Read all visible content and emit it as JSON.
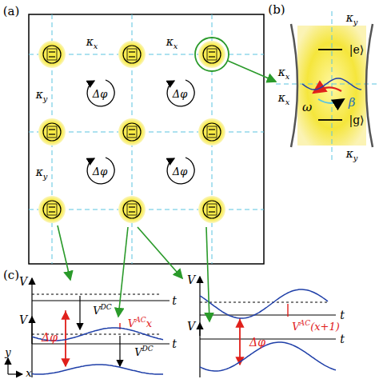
{
  "diagram": {
    "labels": [
      "(a)",
      "(b)",
      "(c)",
      "κx",
      "κx",
      "κy",
      "κy",
      "Δφ",
      "Δφ",
      "Δφ",
      "Δφ",
      "κy",
      "κy",
      "κx",
      "κx",
      "|e⟩",
      "|g⟩",
      "ω",
      "β",
      "V",
      "V",
      "V",
      "V",
      "t",
      "t",
      "t",
      "t",
      "VDC",
      "VACx",
      "Δφ",
      "VDC",
      "VAC(x+1)",
      "Δφ",
      "y",
      "x"
    ]
  }
}
